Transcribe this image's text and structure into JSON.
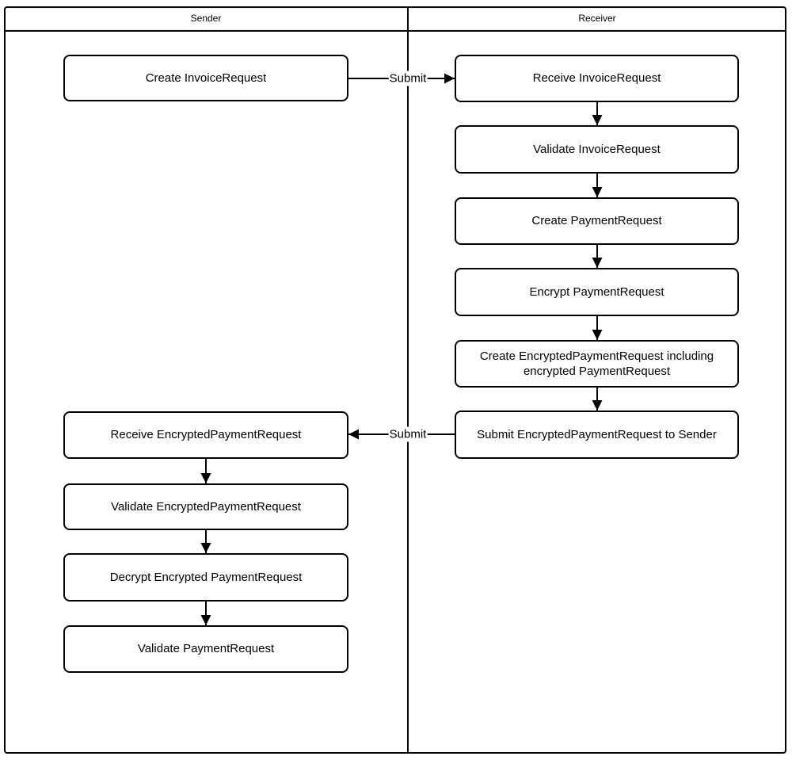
{
  "diagram": {
    "type": "swimlane-flowchart",
    "lanes": [
      {
        "label": "Sender"
      },
      {
        "label": "Receiver"
      }
    ],
    "sender_steps": [
      "Create InvoiceRequest",
      "Receive EncryptedPaymentRequest",
      "Validate EncryptedPaymentRequest",
      "Decrypt Encrypted PaymentRequest",
      "Validate PaymentRequest"
    ],
    "receiver_steps": [
      "Receive InvoiceRequest",
      "Validate InvoiceRequest",
      "Create PaymentRequest",
      "Encrypt PaymentRequest",
      "Create EncryptedPaymentRequest including encrypted PaymentRequest",
      "Submit EncryptedPaymentRequest to Sender"
    ],
    "arrow_labels": {
      "submit_to_receiver": "Submit",
      "submit_to_sender": "Submit"
    },
    "edges": [
      {
        "from": "Create InvoiceRequest",
        "to": "Receive InvoiceRequest",
        "label": "Submit"
      },
      {
        "from": "Receive InvoiceRequest",
        "to": "Validate InvoiceRequest"
      },
      {
        "from": "Validate InvoiceRequest",
        "to": "Create PaymentRequest"
      },
      {
        "from": "Create PaymentRequest",
        "to": "Encrypt PaymentRequest"
      },
      {
        "from": "Encrypt PaymentRequest",
        "to": "Create EncryptedPaymentRequest including encrypted PaymentRequest"
      },
      {
        "from": "Create EncryptedPaymentRequest including encrypted PaymentRequest",
        "to": "Submit EncryptedPaymentRequest to Sender"
      },
      {
        "from": "Submit EncryptedPaymentRequest to Sender",
        "to": "Receive EncryptedPaymentRequest",
        "label": "Submit"
      },
      {
        "from": "Receive EncryptedPaymentRequest",
        "to": "Validate EncryptedPaymentRequest"
      },
      {
        "from": "Validate EncryptedPaymentRequest",
        "to": "Decrypt Encrypted PaymentRequest"
      },
      {
        "from": "Decrypt Encrypted PaymentRequest",
        "to": "Validate PaymentRequest"
      }
    ],
    "colors": {
      "line": "#000000",
      "background": "#ffffff",
      "text": "#000000"
    }
  }
}
